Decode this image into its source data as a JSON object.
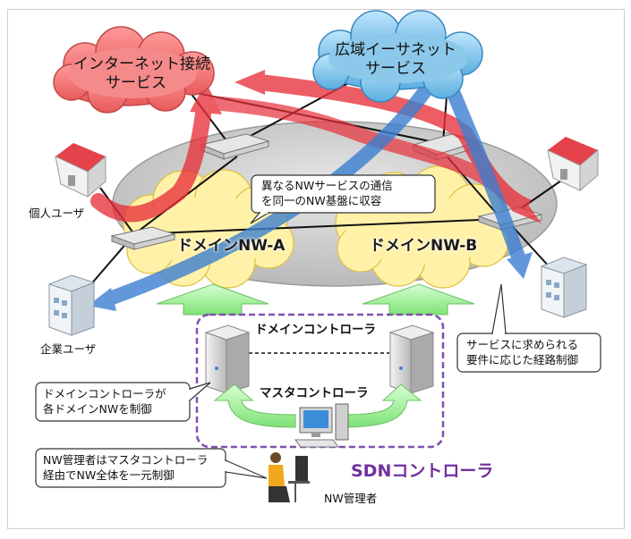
{
  "clouds": {
    "internet": [
      "インターネット接続",
      "サービス"
    ],
    "ethernet": [
      "広域イーサネット",
      "サービス"
    ]
  },
  "domains": {
    "a": "ドメインNW-A",
    "b": "ドメインNW-B"
  },
  "callouts": {
    "consolidate": [
      "異なるNWサービスの通信",
      "を同一のNW基盤に収容"
    ],
    "routing": [
      "サービスに求められる",
      "要件に応じた経路制御"
    ],
    "domain_ctrl": [
      "ドメインコントローラが",
      "各ドメインNWを制御"
    ],
    "admin_ctrl": [
      "NW管理者はマスタコントローラ",
      "経由でNW全体を一元制御"
    ]
  },
  "labels": {
    "individual_user": "個人ユーザ",
    "enterprise_user": "企業ユーザ",
    "domain_controller": "ドメインコントローラ",
    "master_controller": "マスタコントローラ",
    "sdn_controller": "SDNコントローラ",
    "nw_admin": "NW管理者"
  },
  "icons": [
    "house-icon",
    "office-building-icon",
    "server-icon",
    "desktop-pc-icon",
    "switch-icon",
    "admin-person-icon"
  ],
  "colors": {
    "internet_cloud": "#f07070",
    "ethernet_cloud": "#6ab4e0",
    "domain_cloud": "#ffef9a",
    "red_flow": "#e8303a",
    "blue_flow": "#3b7fd0",
    "green_arrow": "#a6f0a0",
    "sdn_border": "#8050b0"
  }
}
